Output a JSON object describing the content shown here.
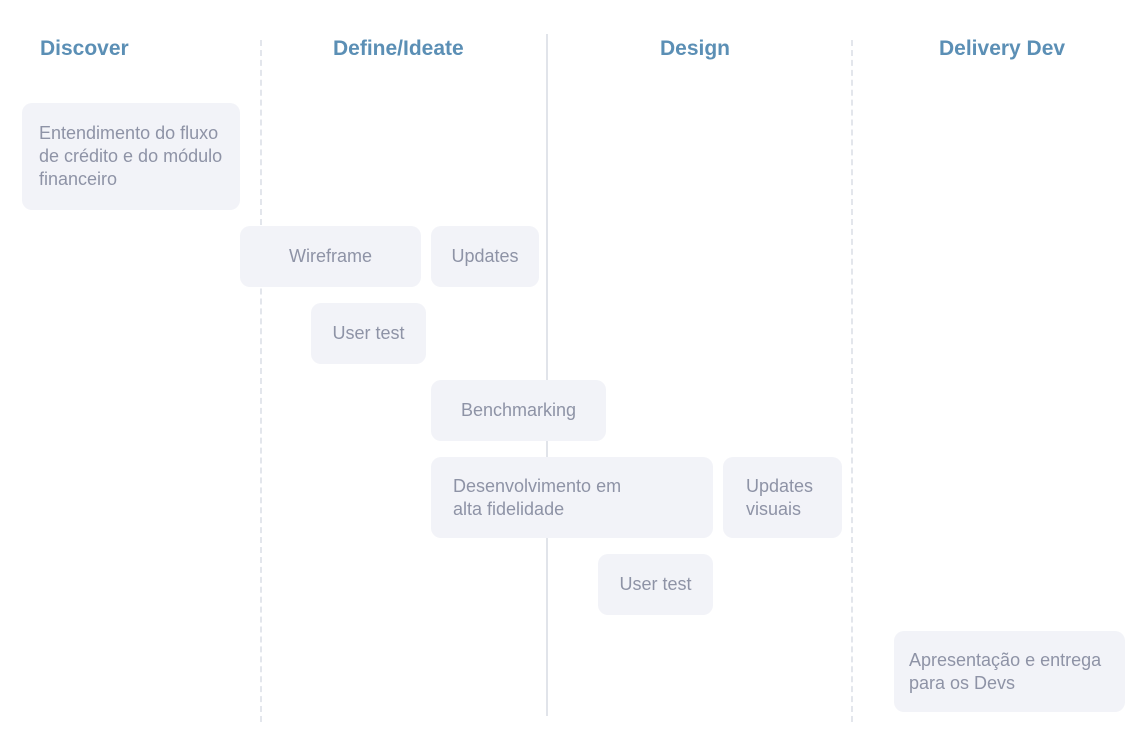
{
  "phases": {
    "discover": "Discover",
    "define_ideate": "Define/Ideate",
    "design": "Design",
    "delivery_dev": "Delivery Dev"
  },
  "cards": {
    "entendimento": "Entendimento do fluxo de crédito e do módulo financeiro",
    "wireframe": "Wireframe",
    "updates": "Updates",
    "user_test_1": "User test",
    "benchmarking": "Benchmarking",
    "desenvolvimento": "Desenvolvimento em alta fidelidade",
    "updates_visuais": "Updates visuais",
    "user_test_2": "User test",
    "apresentacao": "Apresentação e entrega para os Devs"
  },
  "colors": {
    "phase_title": "#5b8fb5",
    "card_background": "#f2f3f8",
    "card_text": "#8e93a6",
    "divider": "#e1e4ea"
  }
}
